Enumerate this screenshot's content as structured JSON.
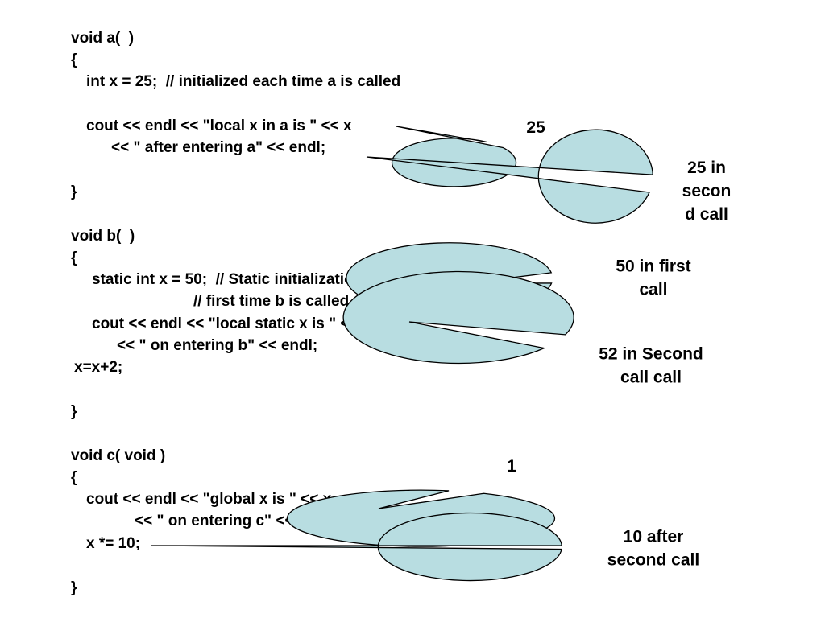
{
  "code_lines": [
    "void a(  )",
    "{",
    "int x = 25;  // initialized each time a is called",
    "cout << endl << \"local x in a is \" << x",
    "<< \" after entering a\" << endl;",
    "}",
    "void b(  )",
    "{",
    "static int x = 50;  // Static initialization only",
    "// first time b is called.",
    "cout << endl << \"local static x is \" << x",
    "<< \" on entering b\" << endl;",
    "x=x+2;",
    "}",
    "void c( void )",
    "{",
    "cout << endl << \"global x is \" << x",
    "<< \" on entering c\" << endl;",
    "x *= 10;",
    "}"
  ],
  "callouts": [
    {
      "lines": [
        "25"
      ]
    },
    {
      "lines": [
        "25 in",
        "secon",
        "d call"
      ]
    },
    {
      "lines": [
        "50 in first",
        "call"
      ]
    },
    {
      "lines": [
        "52 in Second",
        "call call"
      ]
    },
    {
      "lines": [
        "1"
      ]
    },
    {
      "lines": [
        "10 after",
        "second call"
      ]
    }
  ],
  "colors": {
    "callout_fill": "#b8dde1",
    "callout_stroke": "#000000",
    "text": "#000000",
    "background": "#ffffff"
  }
}
